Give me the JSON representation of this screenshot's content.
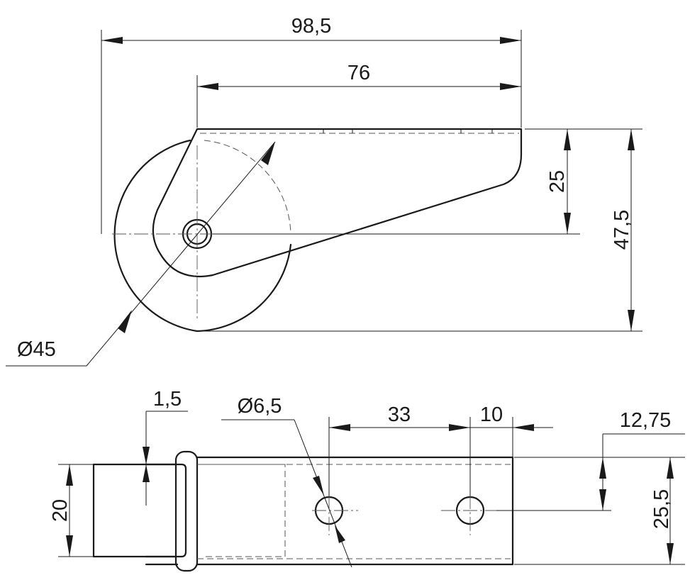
{
  "dimensions": {
    "side_overall_length": "98,5",
    "side_bracket_length": "76",
    "axle_drop": "25",
    "total_height": "47,5",
    "wheel_diameter": "Ø45",
    "sheet_thickness": "1,5",
    "hole_diameter": "Ø6,5",
    "hole_spacing": "33",
    "hole_end_distance": "10",
    "hole_edge_distance": "12,75",
    "plate_width": "25,5",
    "wheel_width": "20"
  }
}
